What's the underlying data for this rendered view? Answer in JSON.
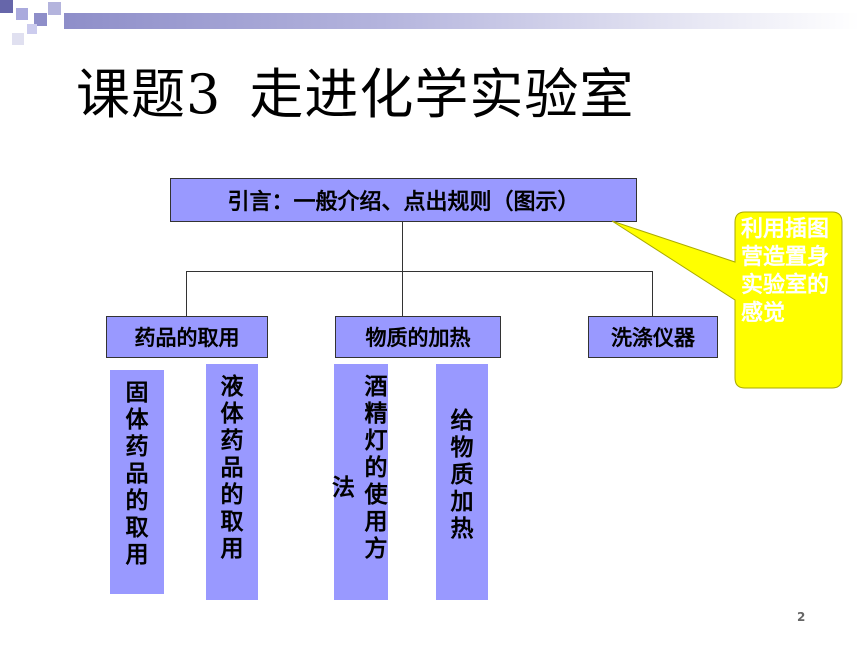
{
  "slide": {
    "title_prefix": "课题3",
    "title_main": "走进化学实验室",
    "page_number": "2"
  },
  "chart_root": {
    "label": "引言：一般介绍、点出规则（图示）"
  },
  "branches": [
    {
      "label": "药品的取用"
    },
    {
      "label": "物质的加热"
    },
    {
      "label": "洗涤仪器"
    }
  ],
  "sub_items": [
    {
      "text": "固体药品的取用"
    },
    {
      "text": "液体药品的取用"
    },
    {
      "text": "酒精灯的使用方",
      "overflow": "法"
    },
    {
      "text": "给物质加热"
    }
  ],
  "callout": {
    "text": "利用插图营造置身实验室的感觉",
    "fill_color": "#ffff00",
    "text_color": "#ffffff"
  },
  "colors": {
    "box_fill": "#9999ff",
    "accent": "#8e8ec9"
  }
}
